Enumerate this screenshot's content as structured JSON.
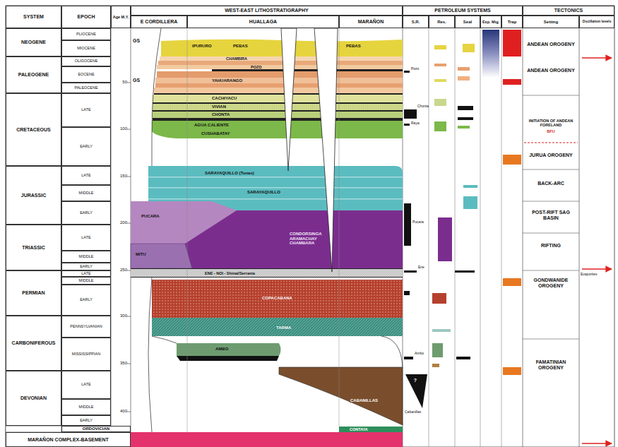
{
  "diagram": {
    "nodes": [
      {
        "text": [
          "SYSTEM"
        ]
      },
      {
        "text": [
          "EPOCH"
        ]
      },
      {
        "text": [
          "Age M.Y."
        ]
      },
      {
        "text": [
          "WEST-EAST LITHOSTRATIGRAPHY"
        ]
      },
      {
        "text": [
          "E CORDILLERA"
        ]
      },
      {
        "text": [
          "HUALLAGA"
        ]
      },
      {
        "text": [
          "MARAÑON"
        ]
      },
      {
        "text": [
          "PETROLEUM SYSTEMS"
        ]
      },
      {
        "text": [
          "S.R."
        ]
      },
      {
        "text": [
          "Res."
        ]
      },
      {
        "text": [
          "Seal"
        ]
      },
      {
        "text": [
          "Exp. Mig."
        ]
      },
      {
        "text": [
          "Trap"
        ]
      },
      {
        "text": [
          "TECTONICS"
        ]
      },
      {
        "text": [
          "Setting"
        ]
      },
      {
        "text": [
          "Oscillation levels"
        ]
      },
      {
        "text": [
          "NEOGENE"
        ]
      },
      {
        "text": [
          "PALEOGENE"
        ]
      },
      {
        "text": [
          "CRETACEOUS"
        ]
      },
      {
        "text": [
          "JURASSIC"
        ]
      },
      {
        "text": [
          "TRIASSIC"
        ]
      },
      {
        "text": [
          "PERMIAN"
        ]
      },
      {
        "text": [
          "CARBONIFEROUS"
        ]
      },
      {
        "text": [
          "DEVONIAN"
        ]
      },
      {
        "text": [
          "ORDOVICIAN"
        ]
      },
      {
        "text": [
          "MARAÑON COMPLEX-BASEMENT"
        ]
      },
      {
        "text": [
          "PLIOCENE"
        ]
      },
      {
        "text": [
          "MIOCENE"
        ]
      },
      {
        "text": [
          "OLIGOCENE"
        ]
      },
      {
        "text": [
          "EOCENE"
        ]
      },
      {
        "text": [
          "PALEOCENE"
        ]
      },
      {
        "text": [
          "LATE"
        ]
      },
      {
        "text": [
          "EARLY"
        ]
      },
      {
        "text": [
          "LATE"
        ]
      },
      {
        "text": [
          "MIDDLE"
        ]
      },
      {
        "text": [
          "EARLY"
        ]
      },
      {
        "text": [
          "LATE"
        ]
      },
      {
        "text": [
          "MIDDLE"
        ]
      },
      {
        "text": [
          "EARLY"
        ]
      },
      {
        "text": [
          "LATE"
        ]
      },
      {
        "text": [
          "MIDDLE"
        ]
      },
      {
        "text": [
          "EARLY"
        ]
      },
      {
        "text": [
          "PENNSYLVANIAN"
        ]
      },
      {
        "text": [
          "MISSISSIPPIAN"
        ]
      },
      {
        "text": [
          "LATE"
        ]
      },
      {
        "text": [
          "MIDDLE"
        ]
      },
      {
        "text": [
          "EARLY"
        ]
      },
      {
        "text": [
          "IPURURO"
        ]
      },
      {
        "text": [
          "PEBAS"
        ]
      },
      {
        "text": [
          "PEBAS"
        ]
      },
      {
        "text": [
          "CHAMBIRA"
        ]
      },
      {
        "text": [
          "POZO"
        ]
      },
      {
        "text": [
          "YAHUARANGO"
        ]
      },
      {
        "text": [
          "CACHIYACU"
        ]
      },
      {
        "text": [
          "VIVIAN"
        ]
      },
      {
        "text": [
          "CHONTA"
        ]
      },
      {
        "text": [
          "AGUA CALIENTE"
        ]
      },
      {
        "text": [
          "CUSHABATAY"
        ]
      },
      {
        "text": [
          "SARAYAQUILLO (Tunas)"
        ]
      },
      {
        "text": [
          "SARAYAQUILLO"
        ]
      },
      {
        "text": [
          "PUCARA"
        ]
      },
      {
        "text": [
          "MITU"
        ]
      },
      {
        "text": [
          "CONDORSINGA ARAMACHAY CHAMBARA"
        ]
      },
      {
        "text": [
          "ENE - NOI - Shinai/Serrania"
        ]
      },
      {
        "text": [
          "COPACABANA"
        ]
      },
      {
        "text": [
          "TARMA"
        ]
      },
      {
        "text": [
          "AMBO"
        ]
      },
      {
        "text": [
          "CABANILLAS"
        ]
      },
      {
        "text": [
          "CONTAYA"
        ]
      },
      {
        "text": [
          "ANDEAN OROGENY"
        ]
      },
      {
        "text": [
          "ANDEAN OROGENY"
        ]
      },
      {
        "text": [
          "INITIATION OF ANDEAN FORELAND",
          "BFU"
        ]
      },
      {
        "text": [
          "JURUA OROGENY"
        ]
      },
      {
        "text": [
          "BACK-ARC"
        ]
      },
      {
        "text": [
          "POST-RIFT SAG BASIN"
        ]
      },
      {
        "text": [
          "RIFTING"
        ]
      },
      {
        "text": [
          "GONDWANIDE OROGENY"
        ]
      },
      {
        "text": [
          "FAMATINIAN OROGENY"
        ]
      }
    ],
    "labels": [
      "50",
      "100",
      "150",
      "200",
      "250",
      "300",
      "350",
      "400",
      "GS",
      "GS",
      "Pozo",
      "Chonta",
      "Raya",
      "Pucara",
      "Ene",
      "Ambo",
      "?",
      "Cabanillas",
      "Evaporites"
    ]
  }
}
